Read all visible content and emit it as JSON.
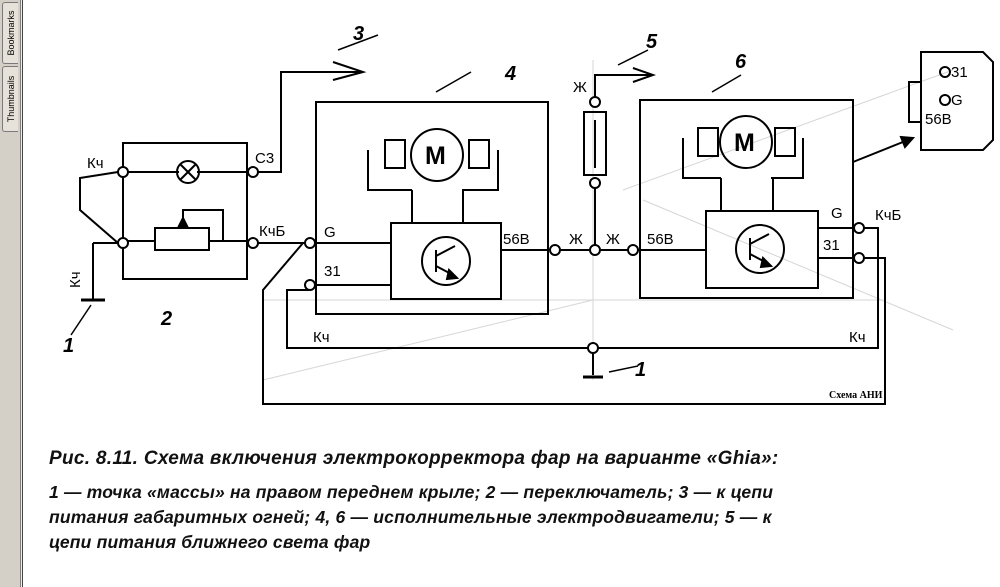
{
  "viewer": {
    "tabs": {
      "bookmarks": "Bookmarks",
      "thumbnails": "Thumbnails"
    }
  },
  "diagram": {
    "callouts": {
      "c1_left": "1",
      "c2": "2",
      "c3": "3",
      "c4": "4",
      "c5": "5",
      "c6": "6",
      "c1_ground": "1"
    },
    "switch": {
      "kch_top": "Кч",
      "kch_bottom": "Кч",
      "s3": "С3",
      "kchb": "КчБ"
    },
    "actuator_left": {
      "motor": "M",
      "g": "G",
      "p31": "31",
      "p56b": "56В"
    },
    "actuator_right": {
      "motor": "M",
      "g": "G",
      "p31": "31",
      "p56b": "56В",
      "kchb": "КчБ"
    },
    "fuse": {
      "zh_top": "Ж",
      "zh_left": "Ж",
      "zh_right": "Ж"
    },
    "wires": {
      "kch_left": "Кч",
      "kch_right": "Кч"
    },
    "connector": {
      "p31": "31",
      "pg": "G",
      "p56b": "56В"
    },
    "watermark": "Схема АНИ"
  },
  "caption": {
    "title": "Рис. 8.11. Схема включения электрокорректора фар на варианте «Ghia»:",
    "lines": [
      "1 — точка «массы» на правом переднем крыле; 2 — переключатель; 3 — к цепи",
      "питания габаритных огней; 4, 6 — исполнительные электродвигатели; 5 — к",
      "цепи питания ближнего света фар"
    ]
  }
}
